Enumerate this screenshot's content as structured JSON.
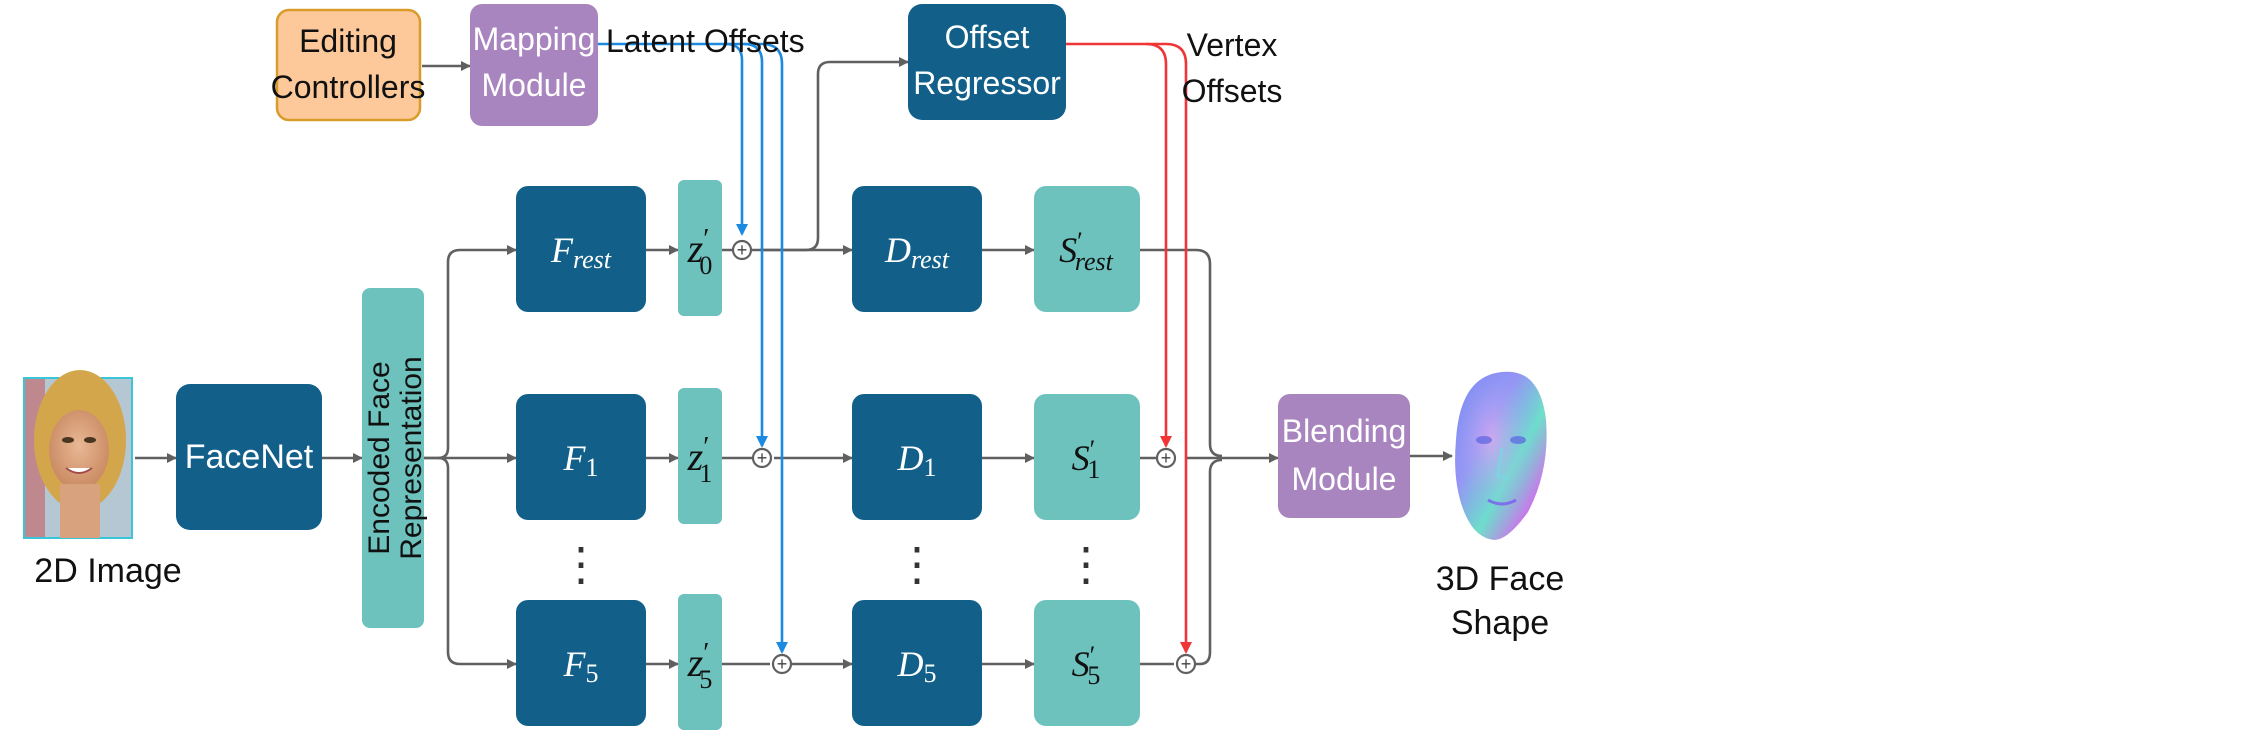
{
  "colors": {
    "dark_blue": "#12608a",
    "teal": "#6dc2bd",
    "purple": "#a985bf",
    "orange_fill": "#fdc99a",
    "orange_border": "#d99b2a",
    "arrow_gray": "#606060",
    "blue_arrow": "#1b8ae0",
    "red_arrow": "#ef3535"
  },
  "labels": {
    "input_image": "2D Image",
    "facenet": "FaceNet",
    "encoded_line1": "Encoded Face",
    "encoded_line2": "Representation",
    "editing_line1": "Editing",
    "editing_line2": "Controllers",
    "mapping_line1": "Mapping",
    "mapping_line2": "Module",
    "latent_offsets": "Latent Offsets",
    "offset_line1": "Offset",
    "offset_line2": "Regressor",
    "vertex_line1": "Vertex",
    "vertex_line2": "Offsets",
    "blending_line1": "Blending",
    "blending_line2": "Module",
    "output_line1": "3D Face",
    "output_line2": "Shape",
    "plus_symbol": "+",
    "ellipsis_symbol": "⋮"
  },
  "encoders": [
    {
      "base": "F",
      "sub": "rest"
    },
    {
      "base": "F",
      "sub": "1"
    },
    {
      "base": "F",
      "sub": "5"
    }
  ],
  "latents": [
    {
      "base": "z",
      "prime": "′",
      "sub": "0"
    },
    {
      "base": "z",
      "prime": "′",
      "sub": "1"
    },
    {
      "base": "z",
      "prime": "′",
      "sub": "5"
    }
  ],
  "decoders": [
    {
      "base": "D",
      "sub": "rest"
    },
    {
      "base": "D",
      "sub": "1"
    },
    {
      "base": "D",
      "sub": "5"
    }
  ],
  "shapes": [
    {
      "base": "S",
      "prime": "′",
      "sub": "rest"
    },
    {
      "base": "S",
      "prime": "′",
      "sub": "1"
    },
    {
      "base": "S",
      "prime": "′",
      "sub": "5"
    }
  ]
}
